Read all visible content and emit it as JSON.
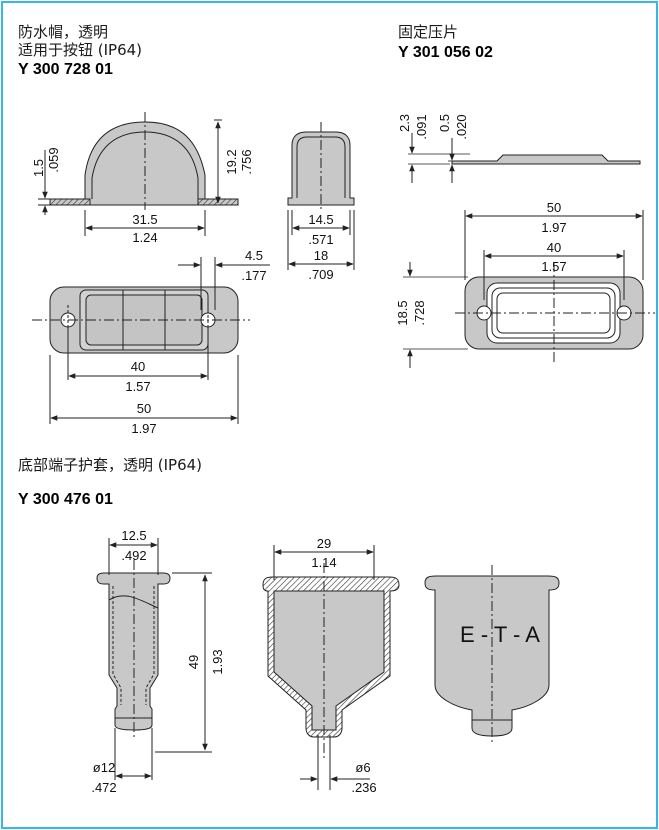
{
  "colors": {
    "border": "#36b7e6",
    "part_fill": "#c8c8c8",
    "line": "#222222"
  },
  "section1": {
    "title_line1": "防水帽，透明",
    "title_line2": "适用于按钮 (IP64)",
    "code": "Y 300 728 01"
  },
  "section2": {
    "title": "固定压片",
    "code": "Y 301 056 02"
  },
  "section3": {
    "title": "底部端子护套，透明 (IP64)",
    "code": "Y 300 476 01"
  },
  "cap_dims": {
    "h_left_mm": "1.5",
    "h_left_in": ".059",
    "height_mm": "19.2",
    "height_in": ".756",
    "base_w_mm": "31.5",
    "base_w_in": "1.24",
    "side_inner_mm": "14.5",
    "side_inner_in": ".571",
    "side_outer_mm": "18",
    "side_outer_in": ".709",
    "hole_mm": "4.5",
    "hole_in": ".177",
    "top_inner_mm": "40",
    "top_inner_in": "1.57",
    "top_outer_mm": "50",
    "top_outer_in": "1.97"
  },
  "plate_dims": {
    "t1_mm": "2.3",
    "t1_in": ".091",
    "t2_mm": "0.5",
    "t2_in": ".020",
    "outer_mm": "50",
    "outer_in": "1.97",
    "inner_mm": "40",
    "inner_in": "1.57",
    "height_mm": "18.5",
    "height_in": ".728"
  },
  "boot_dims": {
    "top_mm": "12.5",
    "top_in": ".492",
    "height_mm": "49",
    "height_in": "1.93",
    "bottom_mm": "ø12",
    "bottom_in": ".472",
    "wide_top_mm": "29",
    "wide_top_in": "1.14",
    "hole_mm": "ø6",
    "hole_in": ".236"
  },
  "logo_text": "E - T - A"
}
